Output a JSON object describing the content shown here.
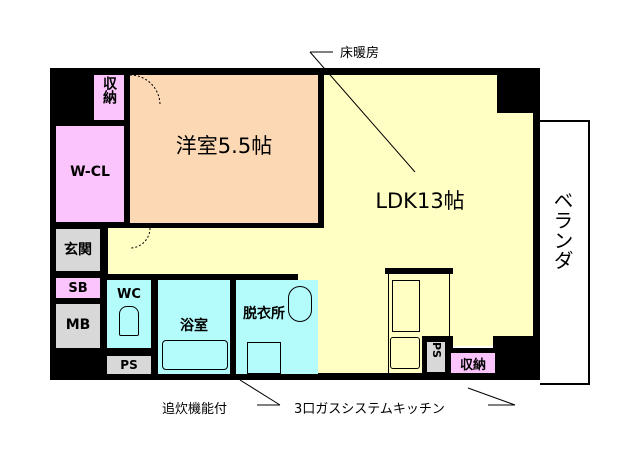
{
  "rooms": {
    "western_room": {
      "label": "洋室5.5帖",
      "color": "#FCD8B4"
    },
    "ldk": {
      "label": "LDK13帖",
      "color": "#FFFFC4"
    },
    "wcl": {
      "label": "W-CL",
      "color": "#FCC4FC"
    },
    "storage_top": {
      "label": "収納",
      "color": "#FCC4FC"
    },
    "entrance": {
      "label": "玄関",
      "color": "#D8D8D8"
    },
    "sb": {
      "label": "SB",
      "color": "#FCC4FC"
    },
    "mb": {
      "label": "MB",
      "color": "#D8D8D8"
    },
    "wc": {
      "label": "WC",
      "color": "#B4FCFC"
    },
    "ps_bottom": {
      "label": "PS",
      "color": "#D8D8D8"
    },
    "bathroom": {
      "label": "浴室",
      "color": "#B4FCFC"
    },
    "dressing": {
      "label": "脱衣所",
      "color": "#B4FCFC"
    },
    "ps_kitchen": {
      "label": "PS",
      "color": "#D8D8D8"
    },
    "storage_kitchen": {
      "label": "収納",
      "color": "#FCC4FC"
    },
    "balcony": {
      "label": "ベランダ"
    }
  },
  "annotations": {
    "floor_heating": "床暖房",
    "reheating": "追炊機能付",
    "kitchen": "3口ガスシステムキッチン"
  },
  "colors": {
    "wall": "#000000",
    "background": "#FFFFFF"
  }
}
